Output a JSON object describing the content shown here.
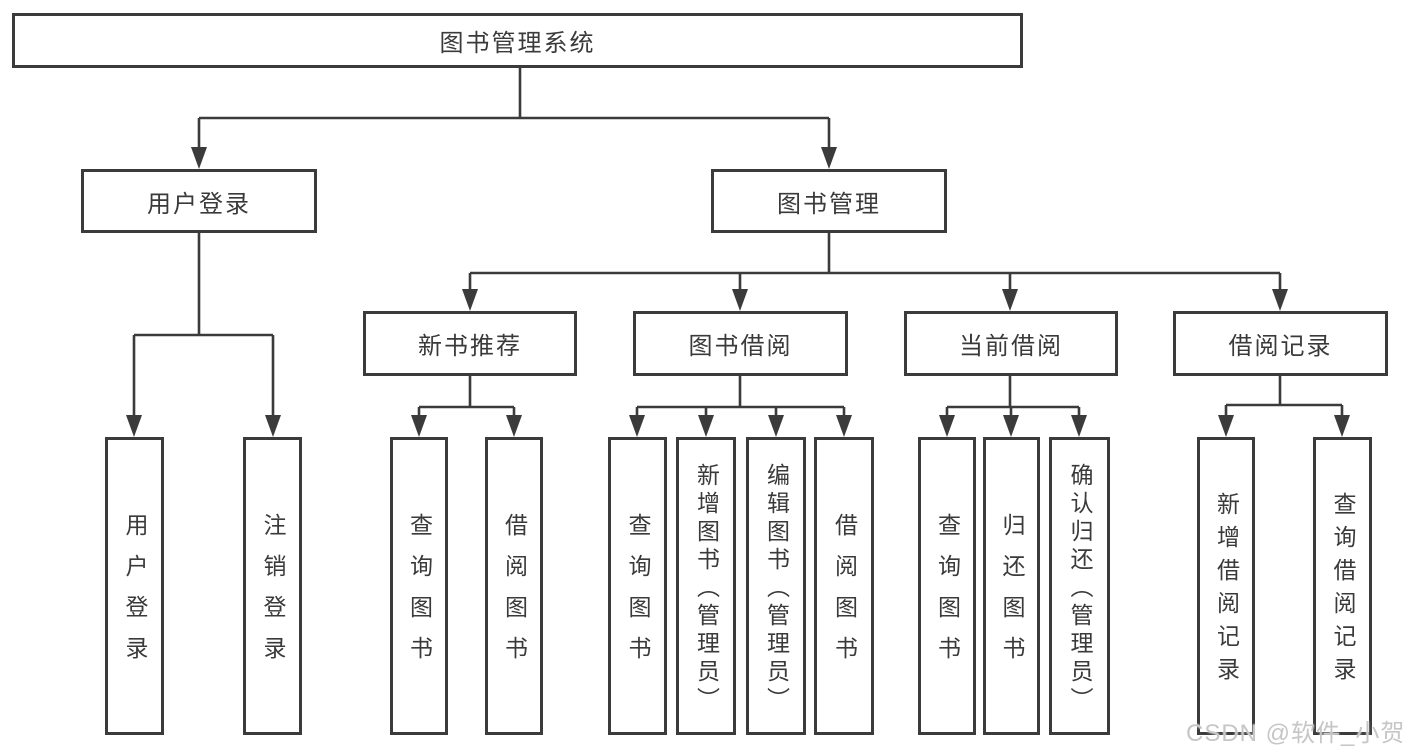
{
  "diagram": {
    "root": {
      "label": "图书管理系统"
    },
    "branches": [
      {
        "label": "用户登录",
        "leaves": [
          {
            "label": "用户登录"
          },
          {
            "label": "注销登录"
          }
        ]
      },
      {
        "label": "图书管理",
        "sections": [
          {
            "label": "新书推荐",
            "leaves": [
              {
                "label": "查询图书"
              },
              {
                "label": "借阅图书"
              }
            ]
          },
          {
            "label": "图书借阅",
            "leaves": [
              {
                "label": "查询图书"
              },
              {
                "label": "新增图书（管理员）"
              },
              {
                "label": "编辑图书（管理员）"
              },
              {
                "label": "借阅图书"
              }
            ]
          },
          {
            "label": "当前借阅",
            "leaves": [
              {
                "label": "查询图书"
              },
              {
                "label": "归还图书"
              },
              {
                "label": "确认归还（管理员）"
              }
            ]
          },
          {
            "label": "借阅记录",
            "leaves": [
              {
                "label": "新增借阅记录"
              },
              {
                "label": "查询借阅记录"
              }
            ]
          }
        ]
      }
    ]
  },
  "watermark": "CSDN @软件_小贺同学",
  "colors": {
    "line": "#3b3b3b",
    "text": "#3a3a3a",
    "watermark": "#c6c6c6",
    "background": "#ffffff"
  }
}
